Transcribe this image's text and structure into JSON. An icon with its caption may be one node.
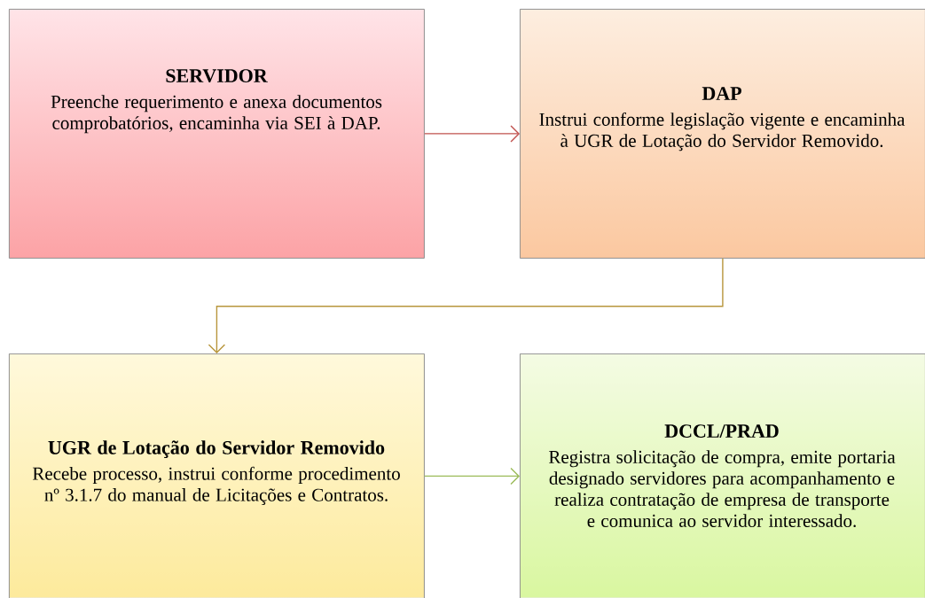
{
  "diagram": {
    "nodes": [
      {
        "text": [
          "SERVIDOR",
          "Preenche requerimento e anexa documentos comprobatórios, encaminha via SEI à DAP."
        ]
      },
      {
        "text": [
          "DAP",
          "Instrui conforme legislação vigente e encaminha à UGR de Lotação do Servidor Removido."
        ]
      },
      {
        "text": [
          "UGR de Lotação do Servidor Removido",
          "Recebe processo, instrui conforme procedimento nº 3.1.7 do manual de Licitações e Contratos."
        ]
      },
      {
        "text": [
          "DCCL/PRAD",
          "Registra solicitação de compra, emite portaria designado servidores para acompanhamento e realiza contratação de empresa  de transporte e comunica ao servidor interessado."
        ]
      }
    ],
    "edges": [
      {
        "from": 0,
        "to": 1,
        "arrow": "to",
        "color": "#c0504d"
      },
      {
        "from": 1,
        "to": 2,
        "arrow": "to",
        "color": "#b8963c"
      },
      {
        "from": 2,
        "to": 3,
        "arrow": "to",
        "color": "#9bbb59"
      }
    ]
  }
}
